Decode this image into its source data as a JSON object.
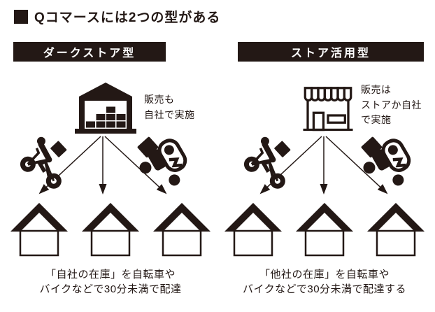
{
  "colors": {
    "ink": "#231815",
    "paper": "#ffffff"
  },
  "title": "Qコマースには2つの型がある",
  "panels": [
    {
      "id": "dark-store",
      "header": "ダークストア型",
      "facility_icon": "warehouse-icon",
      "note_lines": [
        "販売も",
        "自社で実施"
      ],
      "courier_icons": [
        "bicycle-courier-icon",
        "motorbike-courier-icon"
      ],
      "destination_icon": "house-icon",
      "destination_count": 3,
      "caption_lines": [
        "「自社の在庫」を自転車や",
        "バイクなどで30分未満で配達"
      ]
    },
    {
      "id": "store-utilization",
      "header": "ストア活用型",
      "facility_icon": "storefront-icon",
      "note_lines": [
        "販売は",
        "ストアか自社",
        "で実施"
      ],
      "courier_icons": [
        "bicycle-courier-icon",
        "motorbike-courier-icon"
      ],
      "destination_icon": "house-icon",
      "destination_count": 3,
      "caption_lines": [
        "「他社の在庫」を自転車や",
        "バイクなどで30分未満で配達する"
      ]
    }
  ]
}
